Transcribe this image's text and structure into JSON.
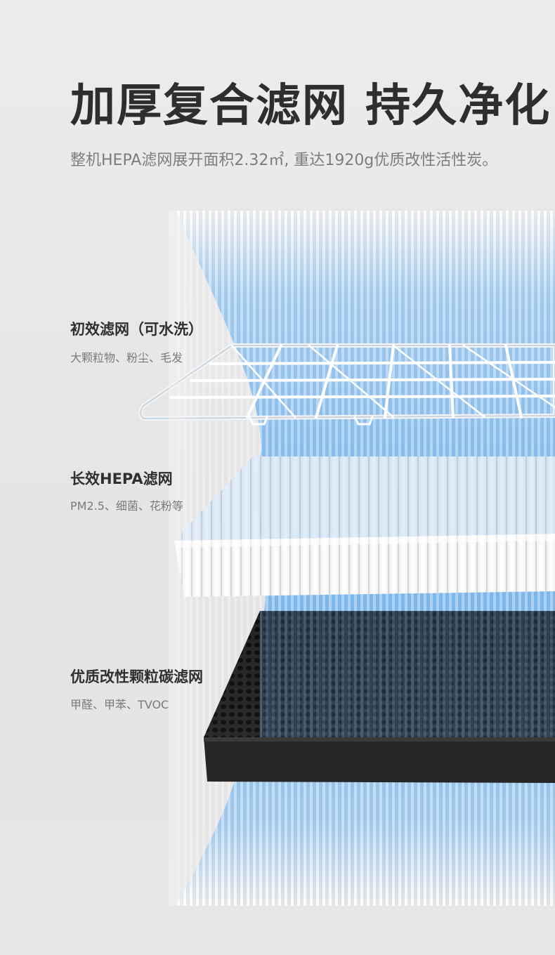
{
  "header": {
    "title": "加厚复合滤网 持久净化",
    "subtitle": "整机HEPA滤网展开面积2.32㎡, 重达1920g优质改性活性炭。"
  },
  "layers": [
    {
      "title": "初效滤网（可水洗）",
      "description": "大颗粒物、粉尘、毛发"
    },
    {
      "title": "长效HEPA滤网",
      "description": "PM2.5、细菌、花粉等"
    },
    {
      "title": "优质改性颗粒碳滤网",
      "description": "甲醛、甲苯、TVOC"
    }
  ],
  "colors": {
    "background": "#e6e6e6",
    "airflow": "#5aa8ee",
    "carbon": "#2b2b2b",
    "hepa": "#ffffff"
  }
}
